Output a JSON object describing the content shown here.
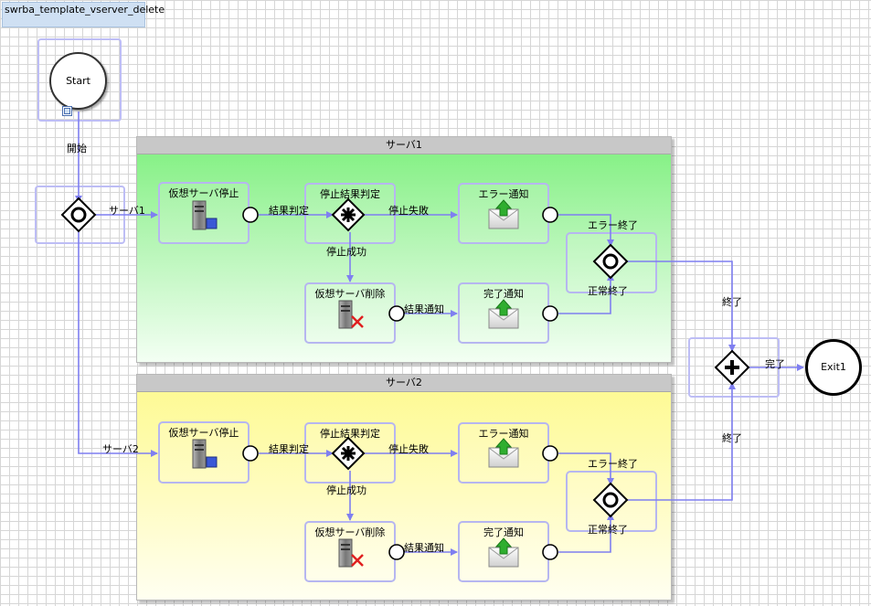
{
  "tab": {
    "title": "swrba_template_vserver_delete"
  },
  "start": {
    "label": "Start"
  },
  "exit": {
    "label": "Exit1"
  },
  "edges": {
    "start_label": "開始",
    "to_lane1": "サーバ1",
    "to_lane2": "サーバ2",
    "lane1_end": "終了",
    "lane2_end": "終了",
    "complete": "完了"
  },
  "lanes": [
    {
      "title": "サーバ1",
      "stop_task": "仮想サーバ停止",
      "judge_task": "停止結果判定",
      "error_task": "エラー通知",
      "delete_task": "仮想サーバ削除",
      "done_task": "完了通知",
      "edge_result_judge": "結果判定",
      "edge_stop_fail": "停止失敗",
      "edge_stop_success": "停止成功",
      "edge_result_notify": "結果通知",
      "edge_error_end": "エラー終了",
      "edge_normal_end": "正常終了"
    },
    {
      "title": "サーバ2",
      "stop_task": "仮想サーバ停止",
      "judge_task": "停止結果判定",
      "error_task": "エラー通知",
      "delete_task": "仮想サーバ削除",
      "done_task": "完了通知",
      "edge_result_judge": "結果判定",
      "edge_stop_fail": "停止失敗",
      "edge_stop_success": "停止成功",
      "edge_result_notify": "結果通知",
      "edge_error_end": "エラー終了",
      "edge_normal_end": "正常終了"
    }
  ],
  "icons": {
    "start": "start-event",
    "exit": "end-event",
    "split": "exclusive-gateway",
    "join": "parallel-gateway",
    "judge": "complex-gateway",
    "merge": "inclusive-gateway",
    "server": "server-icon",
    "mail": "mail-send-icon",
    "delete": "server-delete-icon"
  },
  "colors": {
    "connector": "#7f7ff0",
    "frame": "#bdbdf5"
  }
}
